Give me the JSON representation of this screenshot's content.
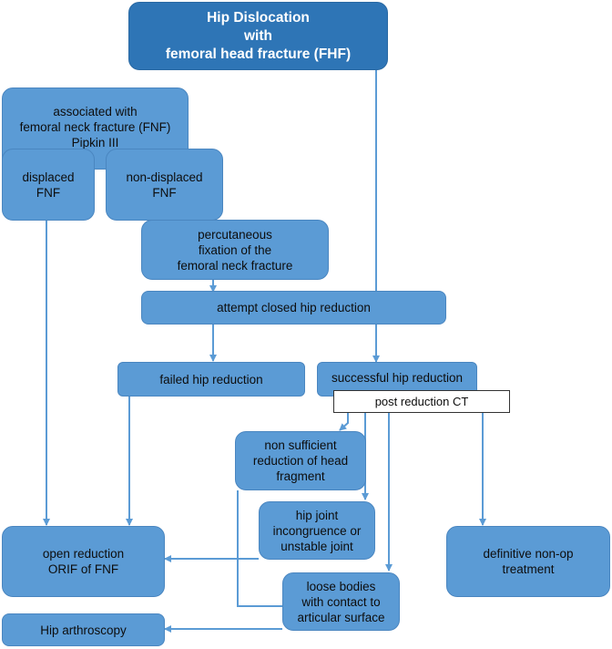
{
  "title": {
    "lines": [
      "Hip Dislocation",
      "with",
      "femoral head fracture (FHF)"
    ]
  },
  "fnf": {
    "lines": [
      "associated with",
      "femoral neck fracture (FNF)",
      "Pipkin III"
    ]
  },
  "displaced": {
    "lines": [
      "displaced",
      "FNF"
    ]
  },
  "nondisplaced": {
    "lines": [
      "non-displaced",
      "FNF"
    ]
  },
  "percutaneous": {
    "lines": [
      "percutaneous",
      "fixation of the",
      "femoral neck fracture"
    ]
  },
  "attempt": {
    "lines": [
      "attempt closed hip reduction"
    ]
  },
  "failed": {
    "lines": [
      "failed hip reduction"
    ]
  },
  "successful": {
    "lines": [
      "successful hip reduction"
    ]
  },
  "ct": {
    "lines": [
      "post reduction CT"
    ]
  },
  "nonsufficient": {
    "lines": [
      "non sufficient",
      "reduction of head",
      "fragment"
    ]
  },
  "incongruence": {
    "lines": [
      "hip joint",
      "incongruence or",
      "unstable joint"
    ]
  },
  "loose": {
    "lines": [
      "loose bodies",
      "with contact to",
      "articular surface"
    ]
  },
  "orif": {
    "lines": [
      "open reduction",
      "ORIF of FNF"
    ]
  },
  "nonop": {
    "lines": [
      "definitive non-op",
      "treatment"
    ]
  },
  "arthroscopy": {
    "lines": [
      "Hip arthroscopy"
    ]
  },
  "colors": {
    "box": "#5b9bd5",
    "title_box": "#2e75b6",
    "line": "#5b9bd5",
    "text": "#0d0d0d"
  }
}
